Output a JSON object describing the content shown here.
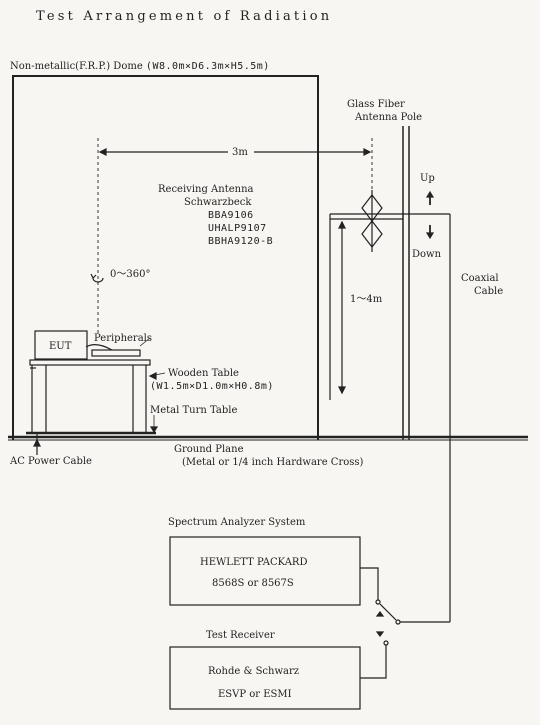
{
  "title": "Test Arrangement of Radiation",
  "dome": {
    "label": "Non-metallic(F.R.P.) Dome",
    "dims": "(W8.0m×D6.3m×H5.5m)"
  },
  "antenna_pole": {
    "line1": "Glass Fiber",
    "line2": "Antenna Pole"
  },
  "distance": "3m",
  "receiving_antenna": {
    "line1": "Receiving Antenna",
    "line2": "Schwarzbeck",
    "line3": "BBA9106",
    "line4": "UHALP9107",
    "line5": "BBHA9120-B"
  },
  "rotation": "0～360°",
  "height_range": "1～4m",
  "up": "Up",
  "down": "Down",
  "coaxial": {
    "line1": "Coaxial",
    "line2": "Cable"
  },
  "eut": "EUT",
  "peripherals": "Peripherals",
  "wooden_table": {
    "label": "Wooden Table",
    "dims": "(W1.5m×D1.0m×H0.8m)"
  },
  "turn_table": "Metal Turn Table",
  "ac_power": "AC Power Cable",
  "ground_plane": {
    "line1": "Ground Plane",
    "line2": "(Metal or 1/4 inch Hardware Cross)"
  },
  "spectrum": {
    "heading": "Spectrum Analyzer System",
    "line1": "HEWLETT PACKARD",
    "line2": "8568S or 8567S"
  },
  "receiver": {
    "heading": "Test Receiver",
    "line1": "Rohde & Schwarz",
    "line2": "ESVP or ESMI"
  }
}
